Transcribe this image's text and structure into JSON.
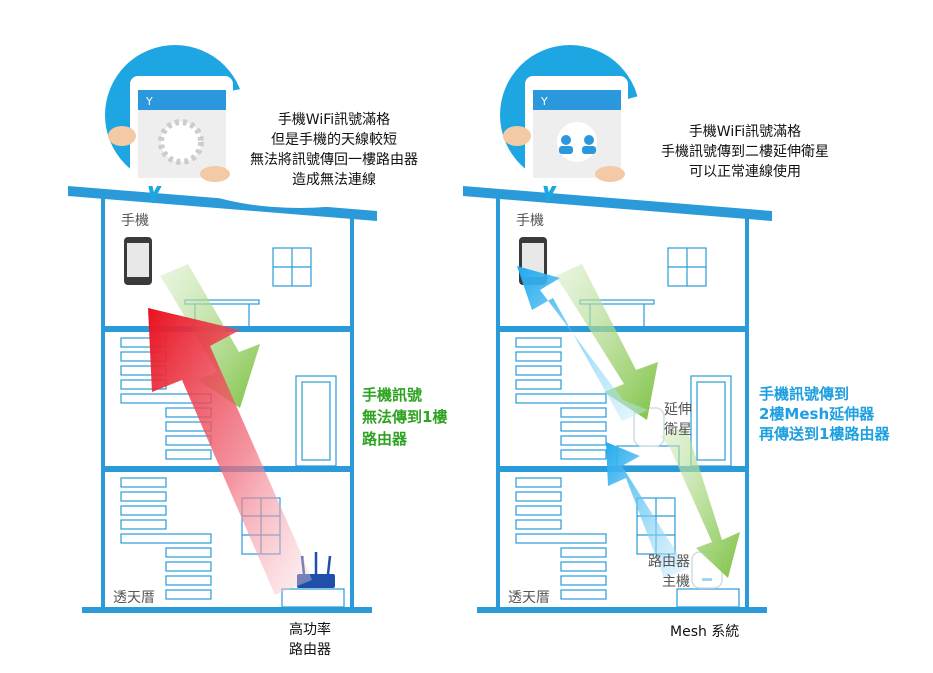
{
  "colors": {
    "house": "#2a9bd8",
    "wall_fill": "#ffffff",
    "stair_stroke": "#2a9bd8",
    "bubble": "#1ea6e3",
    "phone_screen_top": "#2b97dc",
    "arrow_red": "#e8101e",
    "arrow_green": "#7dc242",
    "arrow_blue": "#21a9ee",
    "text_green": "#2ea322",
    "text_blue": "#1e9fe0"
  },
  "left_panel": {
    "bubble_text": [
      "手機WiFi訊號滿格",
      "但是手機的天線較短",
      "無法將訊號傳回一樓路由器",
      "造成無法連線"
    ],
    "phone_label": "手機",
    "floor_label": "透天厝",
    "side_text": [
      "手機訊號",
      "無法傳到1樓",
      "路由器"
    ],
    "device_label": [
      "高功率",
      "路由器"
    ]
  },
  "right_panel": {
    "bubble_text": [
      "手機WiFi訊號滿格",
      "手機訊號傳到二樓延伸衛星",
      "可以正常連線使用"
    ],
    "phone_label": "手機",
    "floor_label": "透天厝",
    "satellite_label": [
      "延伸",
      "衛星"
    ],
    "router_label": [
      "路由器",
      "主機"
    ],
    "side_text": [
      "手機訊號傳到",
      "2樓Mesh延伸器",
      "再傳送到1樓路由器"
    ],
    "device_label": "Mesh 系統"
  }
}
